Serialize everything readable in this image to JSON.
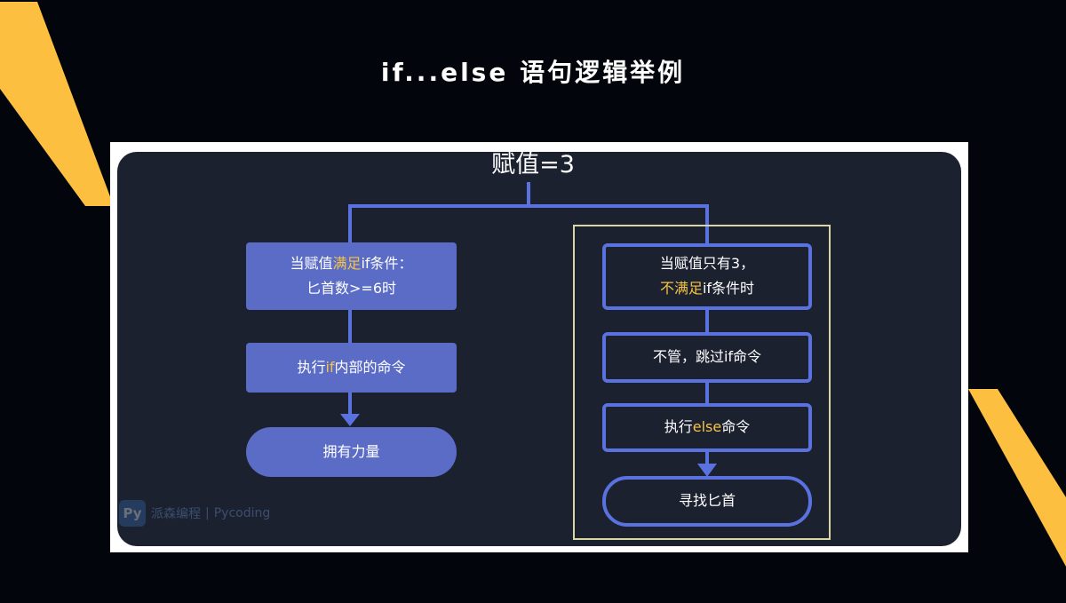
{
  "slide": {
    "title": "if...else 语句逻辑举例"
  },
  "colors": {
    "background": "#02050b",
    "stripe": "#fdbf3f",
    "panel": "#1c2130",
    "node_fill": "#5b6cc6",
    "outline": "#5a72e0",
    "highlight_box": "#d9d6a6",
    "highlight_text": "#f6c344"
  },
  "diagram": {
    "root": "赋值=3",
    "left_branch": {
      "node1": {
        "pre": "当赋值",
        "hl": "满足",
        "post": "if条件：",
        "line2": "匕首数>=6时"
      },
      "node2": {
        "pre": "执行",
        "hl": "if",
        "post": "内部的命令"
      },
      "node3": "拥有力量"
    },
    "right_branch": {
      "node1": {
        "line1": "当赋值只有3，",
        "hl": "不满足",
        "post": "if条件时"
      },
      "node2": "不管，跳过if命令",
      "node3": {
        "pre": "执行",
        "hl": "else",
        "post": "命令"
      },
      "node4": "寻找匕首"
    }
  },
  "watermark": {
    "logo": "Py",
    "name": "派森编程",
    "separator": "|",
    "brand": "Pycoding"
  }
}
